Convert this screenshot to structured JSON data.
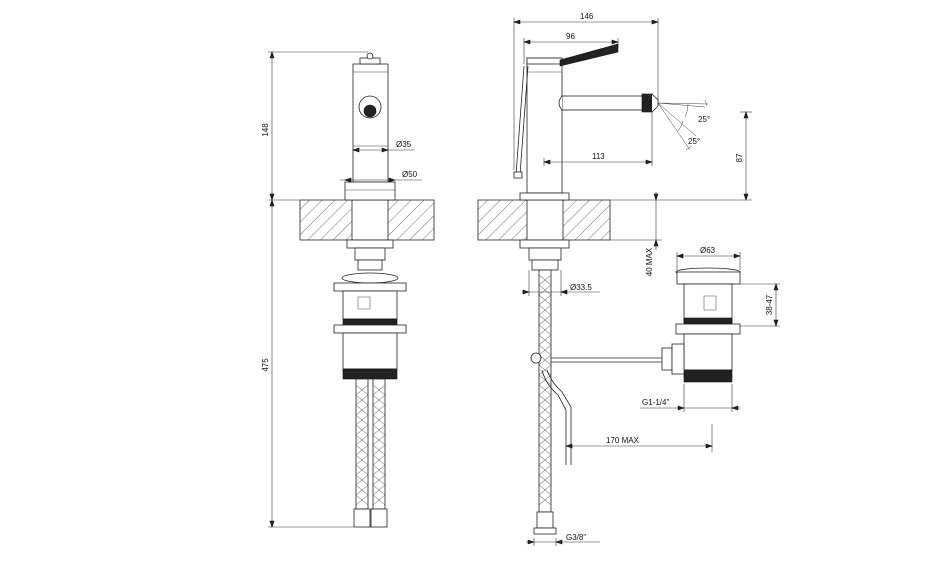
{
  "dimensions": {
    "left_view": {
      "height_above_deck": "148",
      "height_below_deck": "475",
      "body_diameter": "Ø35",
      "base_diameter": "Ø50"
    },
    "right_view": {
      "overall_depth": "146",
      "handle_length": "96",
      "spout_reach": "113",
      "spout_height": "87",
      "angle_up": "25°",
      "angle_down": "25°",
      "deck_thickness_max": "40 MAX",
      "shank_diameter": "Ø33.5",
      "pipe_max": "170 MAX",
      "hose_thread": "G3/8\""
    },
    "waste_view": {
      "cap_diameter": "Ø63",
      "height_range": "38-47",
      "thread": "G1-1/4\""
    }
  }
}
